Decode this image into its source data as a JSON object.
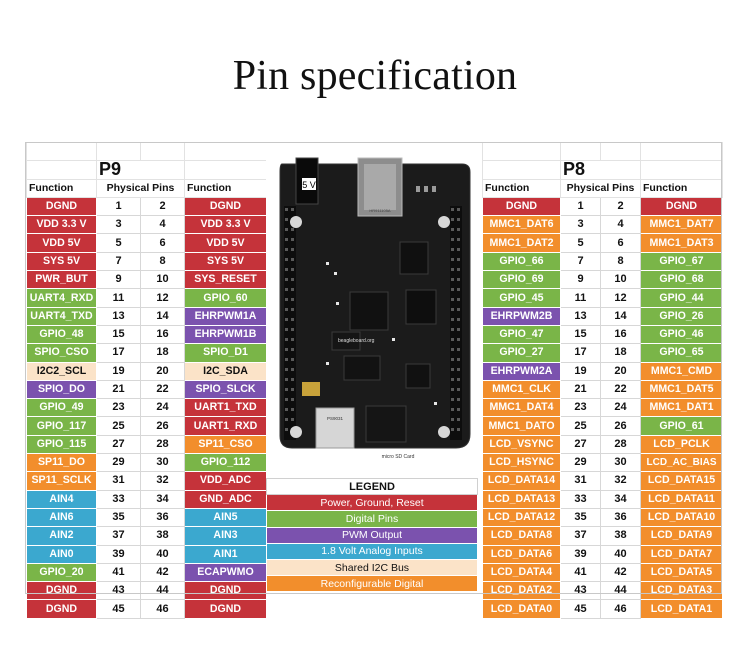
{
  "title": "Pin specification",
  "colors": {
    "red": "#c5333a",
    "blue": "#3ba8cf",
    "green": "#7ab548",
    "purple": "#7b52ae",
    "orange": "#f28e2c",
    "peach": "#fbe3c8",
    "gray": "#777777"
  },
  "p9": {
    "header": "P9",
    "col_function": "Function",
    "col_pins": "Physical Pins",
    "rows": [
      {
        "l": "DGND",
        "lc": "red",
        "a": "1",
        "b": "2",
        "r": "DGND",
        "rc": "red"
      },
      {
        "l": "VDD 3.3 V",
        "lc": "red",
        "a": "3",
        "b": "4",
        "r": "VDD 3.3 V",
        "rc": "red"
      },
      {
        "l": "VDD 5V",
        "lc": "red",
        "a": "5",
        "b": "6",
        "r": "VDD 5V",
        "rc": "red"
      },
      {
        "l": "SYS 5V",
        "lc": "red",
        "a": "7",
        "b": "8",
        "r": "SYS 5V",
        "rc": "red"
      },
      {
        "l": "PWR_BUT",
        "lc": "red",
        "a": "9",
        "b": "10",
        "r": "SYS_RESET",
        "rc": "red"
      },
      {
        "l": "UART4_RXD",
        "lc": "green",
        "a": "11",
        "b": "12",
        "r": "GPIO_60",
        "rc": "green"
      },
      {
        "l": "UART4_TXD",
        "lc": "green",
        "a": "13",
        "b": "14",
        "r": "EHRPWM1A",
        "rc": "purple"
      },
      {
        "l": "GPIO_48",
        "lc": "green",
        "a": "15",
        "b": "16",
        "r": "EHRPWM1B",
        "rc": "purple"
      },
      {
        "l": "SPIO_CSO",
        "lc": "green",
        "a": "17",
        "b": "18",
        "r": "SPIO_D1",
        "rc": "green"
      },
      {
        "l": "I2C2_SCL",
        "lc": "peach",
        "a": "19",
        "b": "20",
        "r": "I2C_SDA",
        "rc": "peach"
      },
      {
        "l": "SPIO_DO",
        "lc": "purple",
        "a": "21",
        "b": "22",
        "r": "SPIO_SLCK",
        "rc": "purple"
      },
      {
        "l": "GPIO_49",
        "lc": "green",
        "a": "23",
        "b": "24",
        "r": "UART1_TXD",
        "rc": "red"
      },
      {
        "l": "GPIO_117",
        "lc": "green",
        "a": "25",
        "b": "26",
        "r": "UART1_RXD",
        "rc": "red"
      },
      {
        "l": "GPIO_115",
        "lc": "green",
        "a": "27",
        "b": "28",
        "r": "SP11_CSO",
        "rc": "orange"
      },
      {
        "l": "SP11_DO",
        "lc": "orange",
        "a": "29",
        "b": "30",
        "r": "GPIO_112",
        "rc": "green"
      },
      {
        "l": "SP11_SCLK",
        "lc": "orange",
        "a": "31",
        "b": "32",
        "r": "VDD_ADC",
        "rc": "red"
      },
      {
        "l": "AIN4",
        "lc": "blue",
        "a": "33",
        "b": "34",
        "r": "GND_ADC",
        "rc": "red"
      },
      {
        "l": "AIN6",
        "lc": "blue",
        "a": "35",
        "b": "36",
        "r": "AIN5",
        "rc": "blue"
      },
      {
        "l": "AIN2",
        "lc": "blue",
        "a": "37",
        "b": "38",
        "r": "AIN3",
        "rc": "blue"
      },
      {
        "l": "AIN0",
        "lc": "blue",
        "a": "39",
        "b": "40",
        "r": "AIN1",
        "rc": "blue"
      },
      {
        "l": "GPIO_20",
        "lc": "green",
        "a": "41",
        "b": "42",
        "r": "ECAPWMO",
        "rc": "purple"
      },
      {
        "l": "DGND",
        "lc": "red",
        "a": "43",
        "b": "44",
        "r": "DGND",
        "rc": "red"
      },
      {
        "l": "DGND",
        "lc": "red",
        "a": "45",
        "b": "46",
        "r": "DGND",
        "rc": "red"
      }
    ]
  },
  "p8": {
    "header": "P8",
    "col_function": "Function",
    "col_pins": "Physical Pins",
    "rows": [
      {
        "l": "DGND",
        "lc": "red",
        "a": "1",
        "b": "2",
        "r": "DGND",
        "rc": "red"
      },
      {
        "l": "MMC1_DAT6",
        "lc": "orange",
        "a": "3",
        "b": "4",
        "r": "MMC1_DAT7",
        "rc": "orange"
      },
      {
        "l": "MMC1_DAT2",
        "lc": "orange",
        "a": "5",
        "b": "6",
        "r": "MMC1_DAT3",
        "rc": "orange"
      },
      {
        "l": "GPIO_66",
        "lc": "green",
        "a": "7",
        "b": "8",
        "r": "GPIO_67",
        "rc": "green"
      },
      {
        "l": "GPIO_69",
        "lc": "green",
        "a": "9",
        "b": "10",
        "r": "GPIO_68",
        "rc": "green"
      },
      {
        "l": "GPIO_45",
        "lc": "green",
        "a": "11",
        "b": "12",
        "r": "GPIO_44",
        "rc": "green"
      },
      {
        "l": "EHRPWM2B",
        "lc": "purple",
        "a": "13",
        "b": "14",
        "r": "GPIO_26",
        "rc": "green"
      },
      {
        "l": "GPIO_47",
        "lc": "green",
        "a": "15",
        "b": "16",
        "r": "GPIO_46",
        "rc": "green"
      },
      {
        "l": "GPIO_27",
        "lc": "green",
        "a": "17",
        "b": "18",
        "r": "GPIO_65",
        "rc": "green"
      },
      {
        "l": "EHRPWM2A",
        "lc": "purple",
        "a": "19",
        "b": "20",
        "r": "MMC1_CMD",
        "rc": "orange"
      },
      {
        "l": "MMC1_CLK",
        "lc": "orange",
        "a": "21",
        "b": "22",
        "r": "MMC1_DAT5",
        "rc": "orange"
      },
      {
        "l": "MMC1_DAT4",
        "lc": "orange",
        "a": "23",
        "b": "24",
        "r": "MMC1_DAT1",
        "rc": "orange"
      },
      {
        "l": "MMC1_DATO",
        "lc": "orange",
        "a": "25",
        "b": "26",
        "r": "GPIO_61",
        "rc": "green"
      },
      {
        "l": "LCD_VSYNC",
        "lc": "orange",
        "a": "27",
        "b": "28",
        "r": "LCD_PCLK",
        "rc": "orange"
      },
      {
        "l": "LCD_HSYNC",
        "lc": "orange",
        "a": "29",
        "b": "30",
        "r": "LCD_AC_BIAS",
        "rc": "orange"
      },
      {
        "l": "LCD_DATA14",
        "lc": "orange",
        "a": "31",
        "b": "32",
        "r": "LCD_DATA15",
        "rc": "orange"
      },
      {
        "l": "LCD_DATA13",
        "lc": "orange",
        "a": "33",
        "b": "34",
        "r": "LCD_DATA11",
        "rc": "orange"
      },
      {
        "l": "LCD_DATA12",
        "lc": "orange",
        "a": "35",
        "b": "36",
        "r": "LCD_DATA10",
        "rc": "orange"
      },
      {
        "l": "LCD_DATA8",
        "lc": "orange",
        "a": "37",
        "b": "38",
        "r": "LCD_DATA9",
        "rc": "orange"
      },
      {
        "l": "LCD_DATA6",
        "lc": "orange",
        "a": "39",
        "b": "40",
        "r": "LCD_DATA7",
        "rc": "orange"
      },
      {
        "l": "LCD_DATA4",
        "lc": "orange",
        "a": "41",
        "b": "42",
        "r": "LCD_DATA5",
        "rc": "orange"
      },
      {
        "l": "LCD_DATA2",
        "lc": "orange",
        "a": "43",
        "b": "44",
        "r": "LCD_DATA3",
        "rc": "orange"
      },
      {
        "l": "LCD_DATA0",
        "lc": "orange",
        "a": "45",
        "b": "46",
        "r": "LCD_DATA1",
        "rc": "orange"
      }
    ]
  },
  "board": {
    "power_label": "5 V",
    "chip_label": "PS9031",
    "card_label": "micro SD Card",
    "brand_label": "beagleboard.org",
    "eth_label": "HR911105A"
  },
  "legend": {
    "title": "LEGEND",
    "items": [
      {
        "label": "Power, Ground, Reset",
        "color": "red"
      },
      {
        "label": "Digital Pins",
        "color": "green"
      },
      {
        "label": "PWM Output",
        "color": "purple"
      },
      {
        "label": "1.8 Volt Analog Inputs",
        "color": "blue"
      },
      {
        "label": "Shared I2C Bus",
        "color": "peach"
      },
      {
        "label": "Reconfigurable Digital",
        "color": "orange"
      }
    ]
  }
}
